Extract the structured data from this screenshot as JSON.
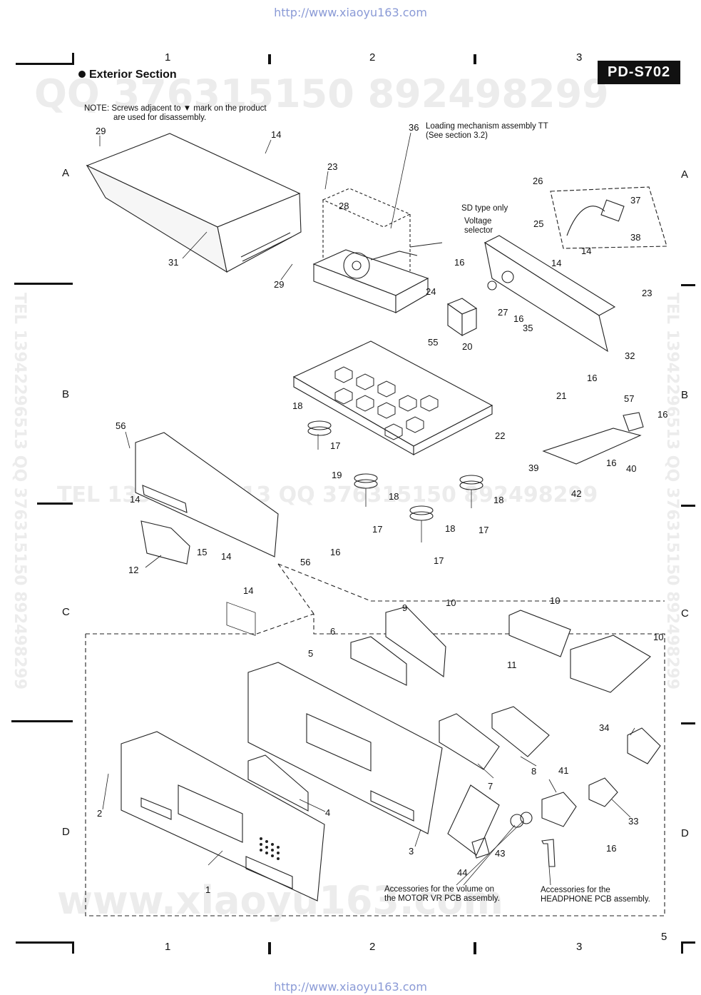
{
  "header": {
    "url_top": "http://www.xiaoyu163.com",
    "url_bottom": "http://www.xiaoyu163.com",
    "model": "PD-S702",
    "section_title": "Exterior Section",
    "note_line1": "NOTE: Screws adjacent to ▼ mark on the product",
    "note_line2": "are used for disassembly.",
    "page_number": "5"
  },
  "grid": {
    "columns": [
      "1",
      "2",
      "3"
    ],
    "rows": [
      "A",
      "B",
      "C",
      "D"
    ]
  },
  "watermarks": {
    "top": "QQ 376315150  892498299",
    "middle": "TEL 13942296513  QQ 376315150  892498299",
    "right": "TEL 13942296513  QQ 376315150  892498299",
    "left": "TEL 13942296513  QQ 376315150  892498299",
    "bottom": "www.xiaoyu163.com"
  },
  "annotations": {
    "loading_mech_1": "Loading mechanism assembly TT",
    "loading_mech_2": "(See section 3.2)",
    "sd_type": "SD type only",
    "voltage_1": "Voltage",
    "voltage_2": "selector",
    "motor_vr_1": "Accessories for the volume on",
    "motor_vr_2": "the MOTOR VR PCB assembly.",
    "headphone_1": "Accessories for the",
    "headphone_2": "HEADPHONE PCB assembly."
  },
  "part_labels": [
    {
      "id": "p29a",
      "text": "29"
    },
    {
      "id": "p14a",
      "text": "14"
    },
    {
      "id": "p31",
      "text": "31"
    },
    {
      "id": "p29b",
      "text": "29"
    },
    {
      "id": "p36",
      "text": "36"
    },
    {
      "id": "p23a",
      "text": "23"
    },
    {
      "id": "p28",
      "text": "28"
    },
    {
      "id": "p26",
      "text": "26"
    },
    {
      "id": "p37",
      "text": "37"
    },
    {
      "id": "p25",
      "text": "25"
    },
    {
      "id": "p38",
      "text": "38"
    },
    {
      "id": "p14b",
      "text": "14"
    },
    {
      "id": "p14c",
      "text": "14"
    },
    {
      "id": "p16a",
      "text": "16"
    },
    {
      "id": "p24",
      "text": "24"
    },
    {
      "id": "p27",
      "text": "27"
    },
    {
      "id": "p16b",
      "text": "16"
    },
    {
      "id": "p35",
      "text": "35"
    },
    {
      "id": "p23b",
      "text": "23"
    },
    {
      "id": "p55",
      "text": "55"
    },
    {
      "id": "p20",
      "text": "20"
    },
    {
      "id": "p32",
      "text": "32"
    },
    {
      "id": "p16c",
      "text": "16"
    },
    {
      "id": "p21",
      "text": "21"
    },
    {
      "id": "p57",
      "text": "57"
    },
    {
      "id": "p16d",
      "text": "16"
    },
    {
      "id": "p18a",
      "text": "18"
    },
    {
      "id": "p56a",
      "text": "56"
    },
    {
      "id": "p17a",
      "text": "17"
    },
    {
      "id": "p22",
      "text": "22"
    },
    {
      "id": "p16e",
      "text": "16"
    },
    {
      "id": "p40",
      "text": "40"
    },
    {
      "id": "p39",
      "text": "39"
    },
    {
      "id": "p42",
      "text": "42"
    },
    {
      "id": "p19",
      "text": "19"
    },
    {
      "id": "p14d",
      "text": "14"
    },
    {
      "id": "p18b",
      "text": "18"
    },
    {
      "id": "p18c",
      "text": "18"
    },
    {
      "id": "p15",
      "text": "15"
    },
    {
      "id": "p14e",
      "text": "14"
    },
    {
      "id": "p16f",
      "text": "16"
    },
    {
      "id": "p17b",
      "text": "17"
    },
    {
      "id": "p18d",
      "text": "18"
    },
    {
      "id": "p17c",
      "text": "17"
    },
    {
      "id": "p12",
      "text": "12"
    },
    {
      "id": "p56b",
      "text": "56"
    },
    {
      "id": "p17d",
      "text": "17"
    },
    {
      "id": "p14f",
      "text": "14"
    },
    {
      "id": "p10a",
      "text": "10"
    },
    {
      "id": "p9",
      "text": "9"
    },
    {
      "id": "p10b",
      "text": "10"
    },
    {
      "id": "p6",
      "text": "6"
    },
    {
      "id": "p10c",
      "text": "10"
    },
    {
      "id": "p5",
      "text": "5"
    },
    {
      "id": "p11",
      "text": "11"
    },
    {
      "id": "p34",
      "text": "34"
    },
    {
      "id": "p8",
      "text": "8"
    },
    {
      "id": "p41",
      "text": "41"
    },
    {
      "id": "p2",
      "text": "2"
    },
    {
      "id": "p7",
      "text": "7"
    },
    {
      "id": "p4",
      "text": "4"
    },
    {
      "id": "p33",
      "text": "33"
    },
    {
      "id": "p3",
      "text": "3"
    },
    {
      "id": "p43",
      "text": "43"
    },
    {
      "id": "p16g",
      "text": "16"
    },
    {
      "id": "p44",
      "text": "44"
    },
    {
      "id": "p1",
      "text": "1"
    }
  ]
}
